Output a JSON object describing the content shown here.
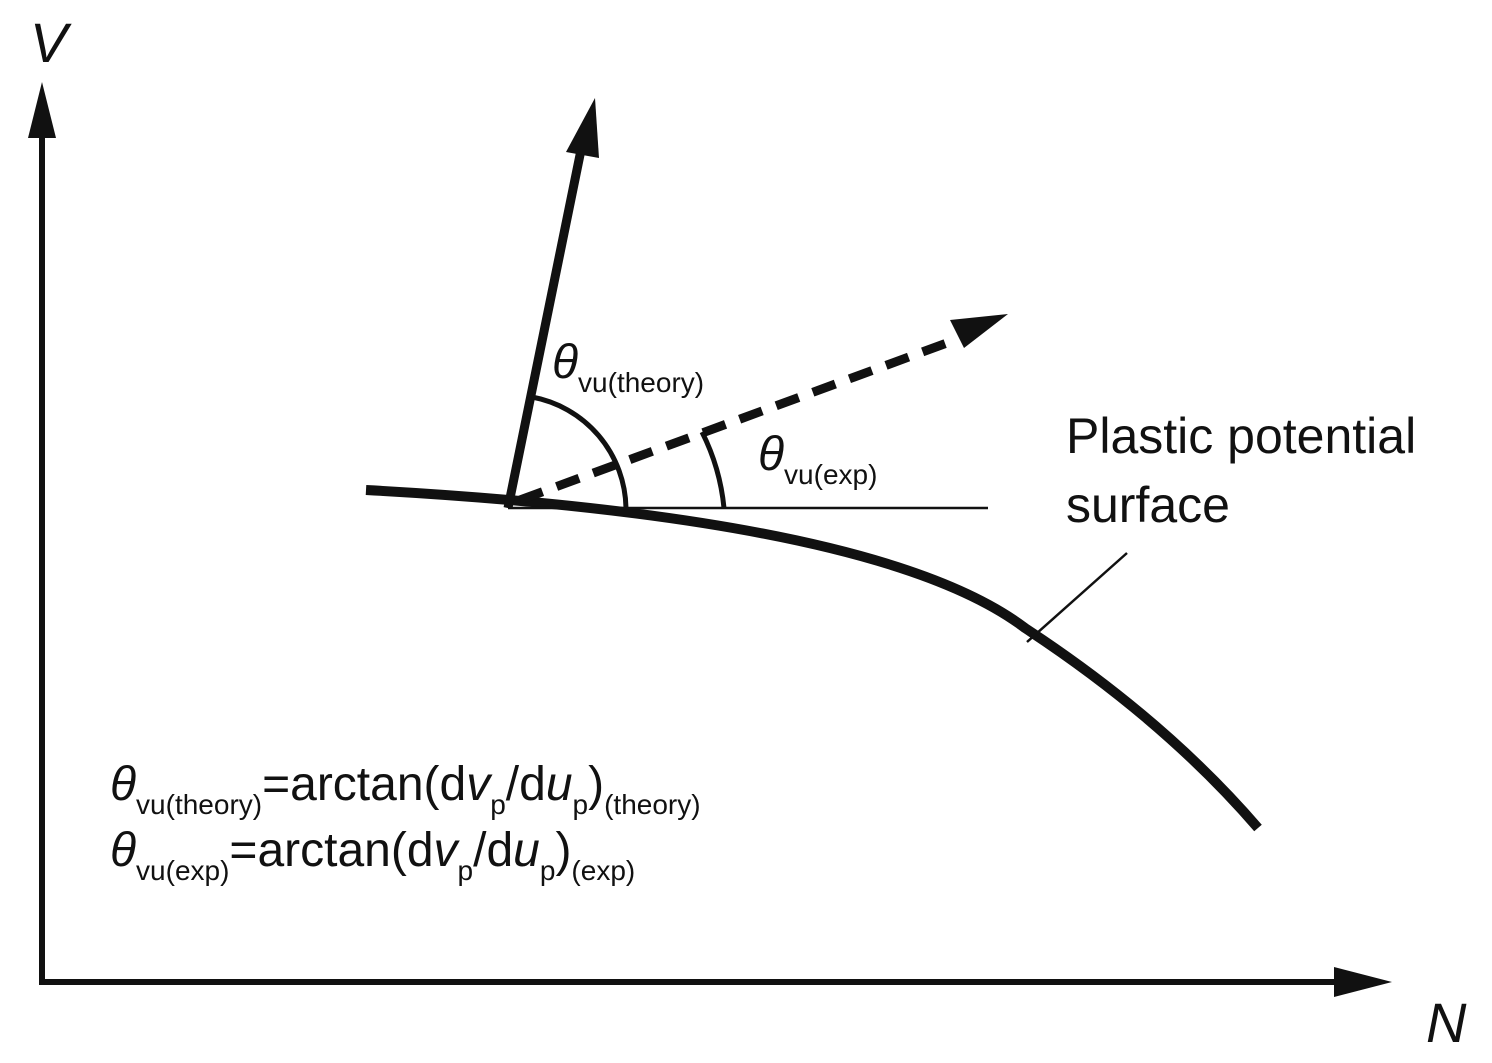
{
  "axes": {
    "y_label": "V",
    "x_label": "N"
  },
  "labels": {
    "theta": "θ",
    "theory_sub": "vu(theory)",
    "exp_sub": "vu(exp)",
    "surface_line1": "Plastic potential",
    "surface_line2": "surface"
  },
  "equations": {
    "eq1": {
      "theta": "θ",
      "sub": "vu(theory)",
      "eq": "=arctan(d",
      "v": "v",
      "p1": "p",
      "slash": "/d",
      "u": "u",
      "p2": "p",
      "close": ")",
      "tail": "(theory)"
    },
    "eq2": {
      "theta": "θ",
      "sub": "vu(exp)",
      "eq": "=arctan(d",
      "v": "v",
      "p1": "p",
      "slash": "/d",
      "u": "u",
      "p2": "p",
      "close": ")",
      "tail": "(exp)"
    }
  },
  "colors": {
    "ink": "#111111",
    "background": "#ffffff"
  }
}
